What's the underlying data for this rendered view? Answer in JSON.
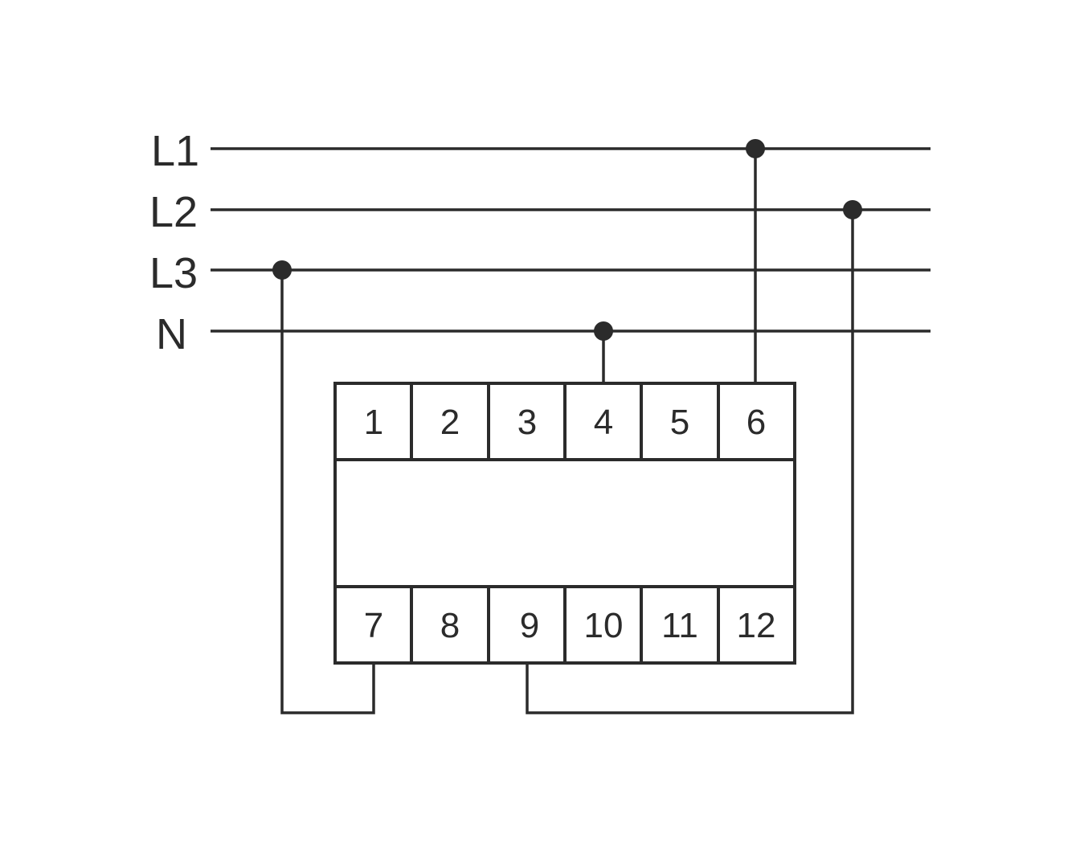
{
  "diagram": {
    "lines": [
      {
        "id": "L1",
        "label": "L1"
      },
      {
        "id": "L2",
        "label": "L2"
      },
      {
        "id": "L3",
        "label": "L3"
      },
      {
        "id": "N",
        "label": "N"
      }
    ],
    "terminals_top": [
      "1",
      "2",
      "3",
      "4",
      "5",
      "6"
    ],
    "terminals_bottom": [
      "7",
      "8",
      "9",
      "10",
      "11",
      "12"
    ],
    "connections": [
      {
        "line": "N",
        "terminal": "4"
      },
      {
        "line": "L1",
        "terminal": "6"
      },
      {
        "line": "L3",
        "terminal": "7"
      },
      {
        "line": "L2",
        "terminal": "9"
      }
    ],
    "colors": {
      "stroke": "#2b2b2b",
      "background": "#ffffff"
    }
  }
}
